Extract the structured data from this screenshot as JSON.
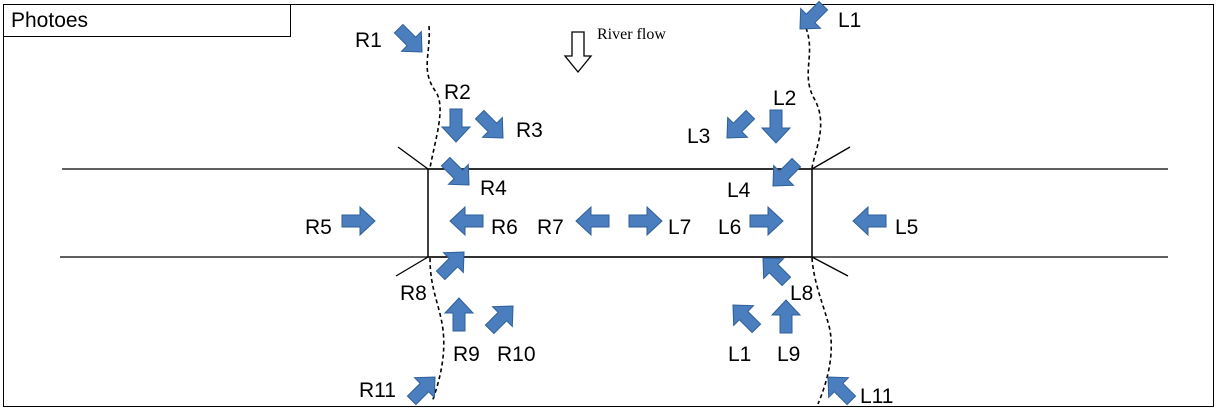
{
  "title": "Photoes",
  "flow_label": "River flow",
  "arrow_color": "#4a7ebf",
  "arrow_outline": "#2f5f99",
  "photo_points": [
    {
      "label": "R1",
      "direction": 45
    },
    {
      "label": "R2",
      "direction": 90
    },
    {
      "label": "R3",
      "direction": 45
    },
    {
      "label": "R4",
      "direction": 45
    },
    {
      "label": "R5",
      "direction": 0
    },
    {
      "label": "R6",
      "direction": 180
    },
    {
      "label": "R7",
      "direction": 180
    },
    {
      "label": "L7",
      "direction": 0
    },
    {
      "label": "L6",
      "direction": 0
    },
    {
      "label": "L5",
      "direction": 180
    },
    {
      "label": "L1",
      "direction": 135
    },
    {
      "label": "L2",
      "direction": 90
    },
    {
      "label": "L3",
      "direction": 135
    },
    {
      "label": "L4",
      "direction": 135
    },
    {
      "label": "R8",
      "direction": 315
    },
    {
      "label": "R9",
      "direction": 270
    },
    {
      "label": "R10",
      "direction": 315
    },
    {
      "label": "R11",
      "direction": 315
    },
    {
      "label": "L8",
      "direction": 225
    },
    {
      "label": "L1",
      "direction": 225
    },
    {
      "label": "L9",
      "direction": 270
    },
    {
      "label": "L11",
      "direction": 225
    }
  ]
}
